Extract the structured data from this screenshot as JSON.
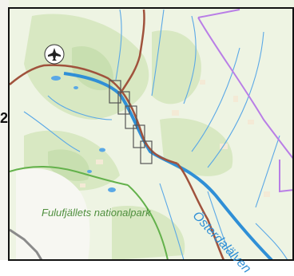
{
  "map": {
    "labels": {
      "national_park": "Fulufjällets nationalpark",
      "river": "Österdalälven",
      "edge_fragment": "2"
    },
    "icons": [
      "airport-icon"
    ],
    "colors": {
      "land": "#eef4e3",
      "forest": "#d8e8c2",
      "forest_dark": "#c8dfb0",
      "clearing": "#f4ead6",
      "water": "#2f8fd6",
      "stream": "#5aa8e6",
      "road": "#a0523c",
      "park_border": "#63b14b",
      "admin_border": "#b97ee6",
      "route_box": "#555555"
    }
  }
}
